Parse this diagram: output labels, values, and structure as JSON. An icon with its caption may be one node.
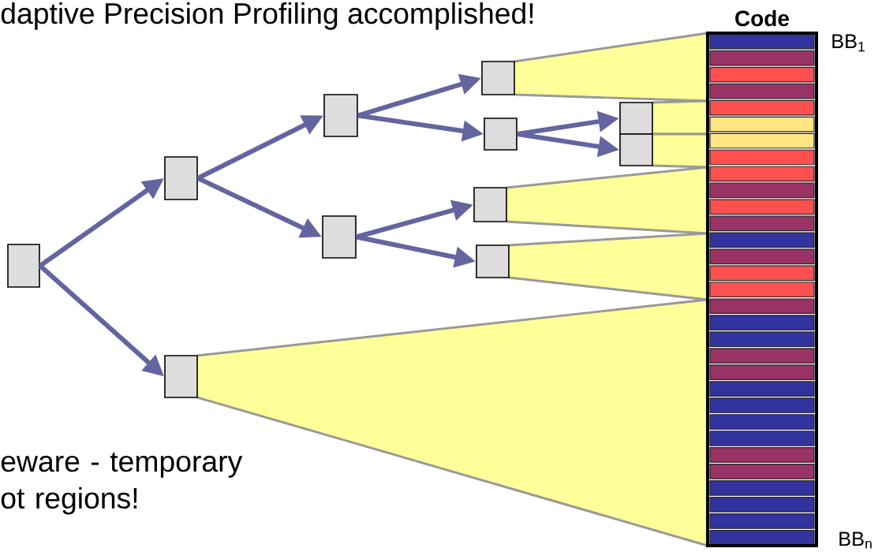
{
  "diagram": {
    "nodes": [
      {
        "text": [],
        "shape": "box"
      },
      {
        "text": [],
        "shape": "box"
      },
      {
        "text": [],
        "shape": "box"
      },
      {
        "text": [],
        "shape": "box"
      },
      {
        "text": [],
        "shape": "box"
      },
      {
        "text": [],
        "shape": "box"
      },
      {
        "text": [],
        "shape": "box"
      },
      {
        "text": [],
        "shape": "box"
      },
      {
        "text": [],
        "shape": "box"
      },
      {
        "text": [],
        "shape": "box"
      },
      {
        "text": [],
        "shape": "box"
      },
      {
        "text": [
          "Code"
        ],
        "beside": [
          "BB$_{1}$",
          "BB$_{n}$"
        ]
      },
      {
        "text": [],
        "shape": "trapezoid"
      },
      {
        "text": [],
        "shape": "trapezoid"
      },
      {
        "text": [],
        "shape": "trapezoid"
      },
      {
        "text": [],
        "shape": "trapezoid"
      },
      {
        "text": [],
        "shape": "trapezoid"
      },
      {
        "text": [],
        "shape": "trapezoid"
      }
    ],
    "edges": [
      {
        "from": 0,
        "to": 1,
        "arrow": "to"
      },
      {
        "from": 0,
        "to": 2,
        "arrow": "to"
      },
      {
        "from": 1,
        "to": 3,
        "arrow": "to"
      },
      {
        "from": 1,
        "to": 4,
        "arrow": "to"
      },
      {
        "from": 3,
        "to": 5,
        "arrow": "to"
      },
      {
        "from": 3,
        "to": 6,
        "arrow": "to"
      },
      {
        "from": 6,
        "to": 9,
        "arrow": "to"
      },
      {
        "from": 6,
        "to": 10,
        "arrow": "to"
      },
      {
        "from": 4,
        "to": 7,
        "arrow": "to"
      },
      {
        "from": 4,
        "to": 8,
        "arrow": "to"
      }
    ],
    "labels": [
      "daptive Precision Profiling accomplished!",
      "eware - temporary ot regions!"
    ]
  }
}
